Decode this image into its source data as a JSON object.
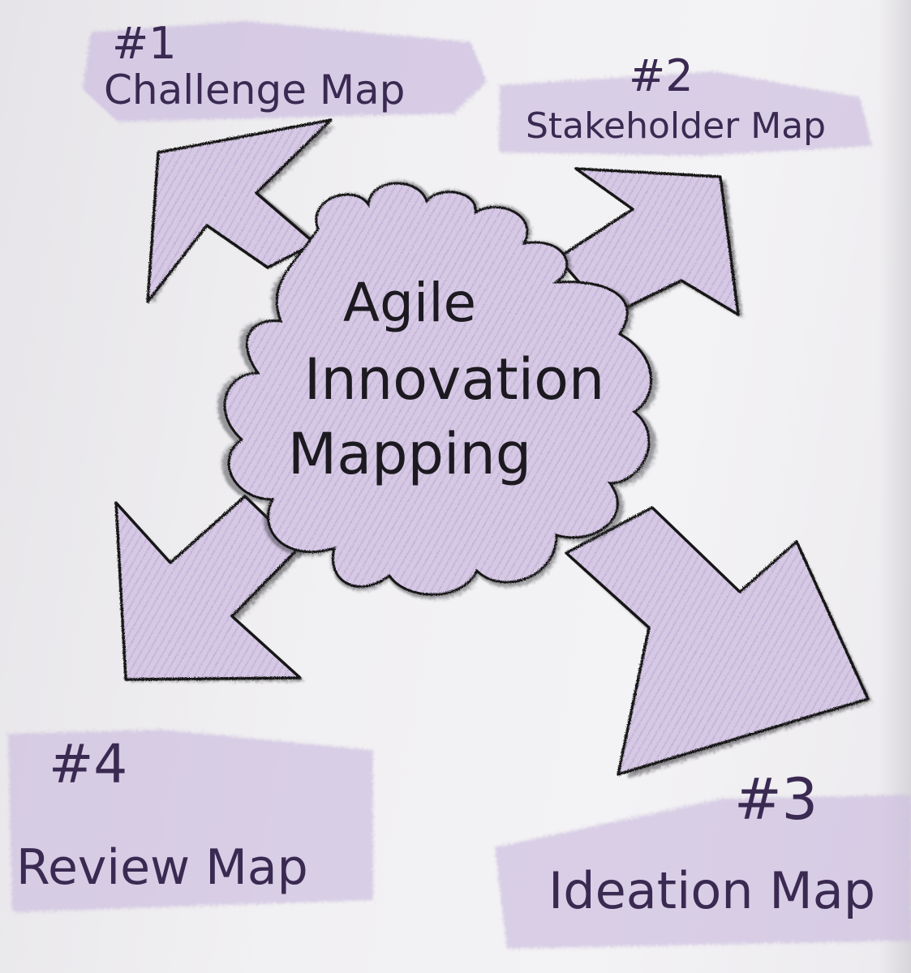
{
  "center": {
    "line1": "Agile",
    "line2": "Innovation",
    "line3": "Mapping"
  },
  "maps": [
    {
      "number": "#1",
      "label": "Challenge Map"
    },
    {
      "number": "#2",
      "label": "Stakeholder Map"
    },
    {
      "number": "#3",
      "label": "Ideation Map"
    },
    {
      "number": "#4",
      "label": "Review Map"
    }
  ],
  "colors": {
    "highlight": "#c9b8dc",
    "ink": "#3a2a52",
    "outline": "#1a1a1a"
  }
}
